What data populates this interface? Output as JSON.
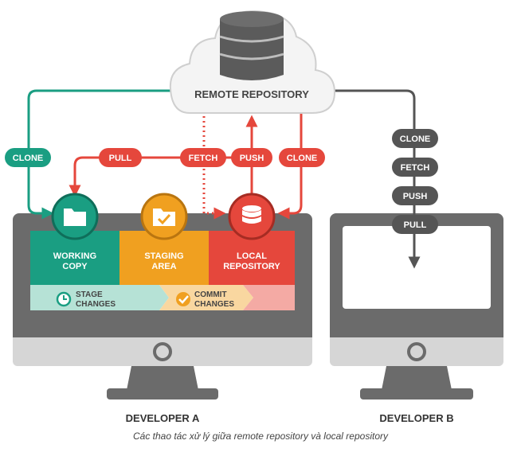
{
  "remote": {
    "label": "REMOTE REPOSITORY"
  },
  "developer_a": {
    "label": "DEVELOPER A",
    "areas": {
      "working_copy": {
        "line1": "WORKING",
        "line2": "COPY"
      },
      "staging_area": {
        "line1": "STAGING",
        "line2": "AREA"
      },
      "local_repository": {
        "line1": "LOCAL",
        "line2": "REPOSITORY"
      }
    },
    "actions": {
      "stage_changes": {
        "line1": "STAGE",
        "line2": "CHANGES"
      },
      "commit_changes": {
        "line1": "COMMIT",
        "line2": "CHANGES"
      }
    }
  },
  "developer_b": {
    "label": "DEVELOPER B"
  },
  "commands": {
    "clone_a": "CLONE",
    "pull_a": "PULL",
    "fetch_a": "FETCH",
    "push_a": "PUSH",
    "clone_local": "CLONE",
    "clone_b": "CLONE",
    "fetch_b": "FETCH",
    "push_b": "PUSH",
    "pull_b": "PULL"
  },
  "caption": "Các thao tác xử lý giữa remote repository và local repository",
  "colors": {
    "teal": "#1a9e82",
    "orange": "#f0a020",
    "red": "#e5473c",
    "dark_gray": "#555555",
    "monitor_gray": "#6b6b6b",
    "cloud_fill": "#f4f4f4"
  },
  "icons": {
    "working_copy": "folder-icon",
    "staging_area": "check-folder-icon",
    "local_repository": "database-icon",
    "remote": "server-stack-icon"
  }
}
